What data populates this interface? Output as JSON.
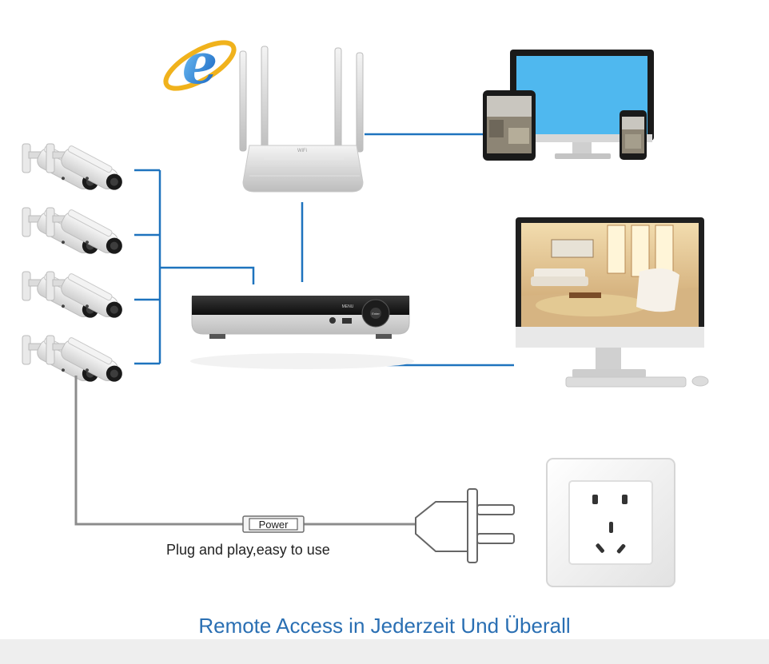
{
  "power_label": "Power",
  "plug_caption": "Plug and play,easy to use",
  "banner_text": "Remote Access in Jederzeit Und Überall",
  "nvr_menu_text": "MENU",
  "nvr_enter_text": "Enter",
  "router_brand_text": "WiFi",
  "colors": {
    "link_line": "#1e73be",
    "power_cable": "#8c8c8c",
    "banner": "#2a6fb3",
    "screen_blue": "#4fb8ef",
    "footer_strip": "#eeeeee"
  },
  "icons": [
    "internet-explorer-icon",
    "wifi-router",
    "nvr-recorder",
    "cctv-camera",
    "tablet",
    "desktop-monitor",
    "smartphone",
    "hdmi-monitor",
    "keyboard",
    "mouse",
    "power-plug",
    "wall-socket"
  ]
}
